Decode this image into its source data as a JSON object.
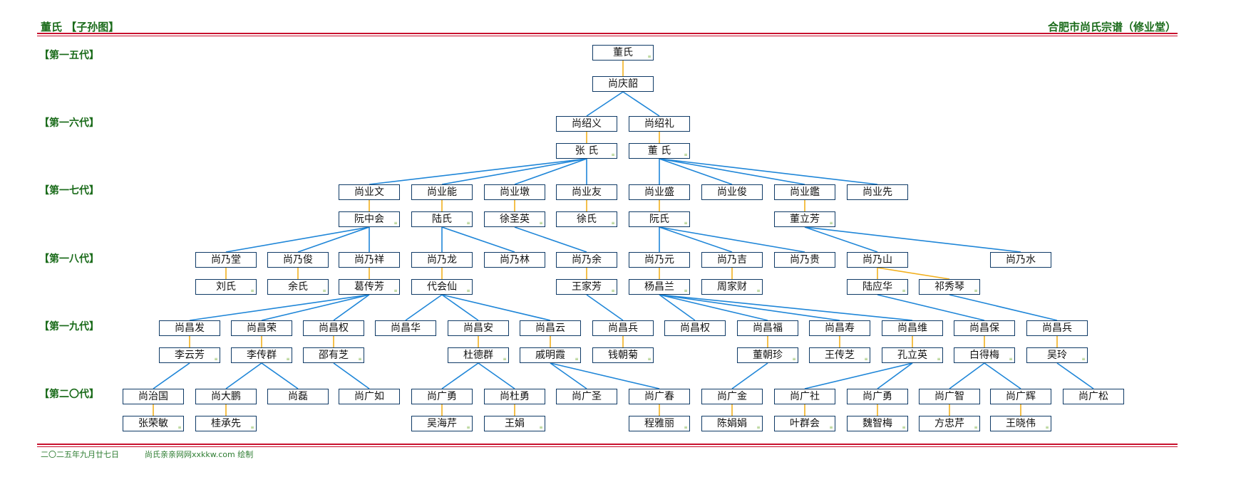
{
  "header": {
    "left": "董氏 【子孙图】",
    "right": "合肥市尚氏宗谱（修业堂）"
  },
  "generations": [
    "【第一五代】",
    "【第一六代】",
    "【第一七代】",
    "【第一八代】",
    "【第一九代】",
    "【第二〇代】"
  ],
  "footer": {
    "date": "二〇二五年九月廿七日",
    "credit": "尚氏亲亲网网xxkkw.com 绘制"
  },
  "nodes": [
    {
      "id": "n1",
      "name": "董氏",
      "marked": true
    },
    {
      "id": "n2",
      "name": "尚庆韶",
      "marked": false
    },
    {
      "id": "n3",
      "name": "尚绍义",
      "marked": false
    },
    {
      "id": "n4",
      "name": "尚绍礼",
      "marked": false
    },
    {
      "id": "n5",
      "name": "张 氏",
      "marked": true
    },
    {
      "id": "n6",
      "name": "董 氏",
      "marked": true
    },
    {
      "id": "g7a",
      "name": "尚业文",
      "marked": false
    },
    {
      "id": "g7b",
      "name": "尚业能",
      "marked": false
    },
    {
      "id": "g7c",
      "name": "尚业墩",
      "marked": false
    },
    {
      "id": "g7d",
      "name": "尚业友",
      "marked": false
    },
    {
      "id": "g7e",
      "name": "尚业盛",
      "marked": false
    },
    {
      "id": "g7f",
      "name": "尚业俊",
      "marked": false
    },
    {
      "id": "g7g",
      "name": "尚业鑑",
      "marked": false
    },
    {
      "id": "g7h",
      "name": "尚业先",
      "marked": false
    },
    {
      "id": "s7a",
      "name": "阮中会",
      "marked": true
    },
    {
      "id": "s7b",
      "name": "陆氏",
      "marked": true
    },
    {
      "id": "s7c",
      "name": "徐圣英",
      "marked": true
    },
    {
      "id": "s7d",
      "name": "徐氏",
      "marked": true
    },
    {
      "id": "s7e",
      "name": "阮氏",
      "marked": true
    },
    {
      "id": "s7g",
      "name": "董立芳",
      "marked": true
    },
    {
      "id": "g8a",
      "name": "尚乃堂",
      "marked": false
    },
    {
      "id": "g8b",
      "name": "尚乃俊",
      "marked": false
    },
    {
      "id": "g8c",
      "name": "尚乃祥",
      "marked": false
    },
    {
      "id": "g8d",
      "name": "尚乃龙",
      "marked": false
    },
    {
      "id": "g8e",
      "name": "尚乃林",
      "marked": false
    },
    {
      "id": "g8f",
      "name": "尚乃余",
      "marked": false
    },
    {
      "id": "g8g",
      "name": "尚乃元",
      "marked": false
    },
    {
      "id": "g8h",
      "name": "尚乃吉",
      "marked": false
    },
    {
      "id": "g8i",
      "name": "尚乃贵",
      "marked": false
    },
    {
      "id": "g8j",
      "name": "尚乃山",
      "marked": false
    },
    {
      "id": "g8k",
      "name": "尚乃水",
      "marked": false
    },
    {
      "id": "s8a",
      "name": "刘氏",
      "marked": true
    },
    {
      "id": "s8b",
      "name": "余氏",
      "marked": true
    },
    {
      "id": "s8c",
      "name": "葛传芳",
      "marked": true
    },
    {
      "id": "s8d",
      "name": "代会仙",
      "marked": true
    },
    {
      "id": "s8f",
      "name": "王家芳",
      "marked": true
    },
    {
      "id": "s8g",
      "name": "杨昌兰",
      "marked": true
    },
    {
      "id": "s8h",
      "name": "周家财",
      "marked": true
    },
    {
      "id": "s8j1",
      "name": "陆应华",
      "marked": true
    },
    {
      "id": "s8j2",
      "name": "祁秀琴",
      "marked": true
    },
    {
      "id": "g9a",
      "name": "尚昌发",
      "marked": false
    },
    {
      "id": "g9b",
      "name": "尚昌荣",
      "marked": false
    },
    {
      "id": "g9c",
      "name": "尚昌权",
      "marked": false
    },
    {
      "id": "g9d",
      "name": "尚昌华",
      "marked": false
    },
    {
      "id": "g9e",
      "name": "尚昌安",
      "marked": false
    },
    {
      "id": "g9f",
      "name": "尚昌云",
      "marked": false
    },
    {
      "id": "g9g",
      "name": "尚昌兵",
      "marked": false
    },
    {
      "id": "g9h",
      "name": "尚昌权",
      "marked": false
    },
    {
      "id": "g9i",
      "name": "尚昌福",
      "marked": false
    },
    {
      "id": "g9j",
      "name": "尚昌寿",
      "marked": false
    },
    {
      "id": "g9k",
      "name": "尚昌维",
      "marked": false
    },
    {
      "id": "g9l",
      "name": "尚昌保",
      "marked": false
    },
    {
      "id": "g9m",
      "name": "尚昌兵",
      "marked": false
    },
    {
      "id": "s9a",
      "name": "李云芳",
      "marked": true
    },
    {
      "id": "s9b",
      "name": "李传群",
      "marked": true
    },
    {
      "id": "s9c",
      "name": "邵有芝",
      "marked": true
    },
    {
      "id": "s9e",
      "name": "杜德群",
      "marked": true
    },
    {
      "id": "s9f",
      "name": "戚明霞",
      "marked": true
    },
    {
      "id": "s9g",
      "name": "钱朝菊",
      "marked": true
    },
    {
      "id": "s9i",
      "name": "董朝珍",
      "marked": true
    },
    {
      "id": "s9j",
      "name": "王传芝",
      "marked": true
    },
    {
      "id": "s9k",
      "name": "孔立英",
      "marked": true
    },
    {
      "id": "s9l",
      "name": "白得梅",
      "marked": true
    },
    {
      "id": "s9m",
      "name": "吴玲",
      "marked": true
    },
    {
      "id": "g0a",
      "name": "尚治国",
      "marked": false
    },
    {
      "id": "g0b",
      "name": "尚大鹏",
      "marked": false
    },
    {
      "id": "g0c",
      "name": "尚磊",
      "marked": false
    },
    {
      "id": "g0d",
      "name": "尚广如",
      "marked": false
    },
    {
      "id": "g0e",
      "name": "尚广勇",
      "marked": false
    },
    {
      "id": "g0f",
      "name": "尚杜勇",
      "marked": false
    },
    {
      "id": "g0g",
      "name": "尚广圣",
      "marked": false
    },
    {
      "id": "g0h",
      "name": "尚广春",
      "marked": false
    },
    {
      "id": "g0i",
      "name": "尚广金",
      "marked": false
    },
    {
      "id": "g0j",
      "name": "尚广社",
      "marked": false
    },
    {
      "id": "g0k",
      "name": "尚广勇",
      "marked": false
    },
    {
      "id": "g0l",
      "name": "尚广智",
      "marked": false
    },
    {
      "id": "g0m",
      "name": "尚广辉",
      "marked": false
    },
    {
      "id": "g0n",
      "name": "尚广松",
      "marked": false
    },
    {
      "id": "s0a",
      "name": "张荣敏",
      "marked": true
    },
    {
      "id": "s0b",
      "name": "桂承先",
      "marked": true
    },
    {
      "id": "s0e",
      "name": "吴海芹",
      "marked": true
    },
    {
      "id": "s0f",
      "name": "王娟",
      "marked": true
    },
    {
      "id": "s0h",
      "name": "程雅丽",
      "marked": true
    },
    {
      "id": "s0i",
      "name": "陈娟娟",
      "marked": true
    },
    {
      "id": "s0j",
      "name": "叶群会",
      "marked": true
    },
    {
      "id": "s0k",
      "name": "魏智梅",
      "marked": true
    },
    {
      "id": "s0l",
      "name": "方忠芹",
      "marked": true
    },
    {
      "id": "s0m",
      "name": "王晓伟",
      "marked": true
    }
  ],
  "spouse_links": [
    [
      "n1",
      "n2"
    ],
    [
      "n3",
      "n5"
    ],
    [
      "n4",
      "n6"
    ],
    [
      "g7a",
      "s7a"
    ],
    [
      "g7b",
      "s7b"
    ],
    [
      "g7c",
      "s7c"
    ],
    [
      "g7d",
      "s7d"
    ],
    [
      "g7e",
      "s7e"
    ],
    [
      "g7g",
      "s7g"
    ],
    [
      "g8a",
      "s8a"
    ],
    [
      "g8b",
      "s8b"
    ],
    [
      "g8c",
      "s8c"
    ],
    [
      "g8d",
      "s8d"
    ],
    [
      "g8f",
      "s8f"
    ],
    [
      "g8g",
      "s8g"
    ],
    [
      "g8h",
      "s8h"
    ],
    [
      "g8j",
      "s8j1"
    ],
    [
      "g8j",
      "s8j2"
    ],
    [
      "g9a",
      "s9a"
    ],
    [
      "g9b",
      "s9b"
    ],
    [
      "g9c",
      "s9c"
    ],
    [
      "g9e",
      "s9e"
    ],
    [
      "g9f",
      "s9f"
    ],
    [
      "g9g",
      "s9g"
    ],
    [
      "g9i",
      "s9i"
    ],
    [
      "g9j",
      "s9j"
    ],
    [
      "g9k",
      "s9k"
    ],
    [
      "g9l",
      "s9l"
    ],
    [
      "g9m",
      "s9m"
    ],
    [
      "g0a",
      "s0a"
    ],
    [
      "g0b",
      "s0b"
    ],
    [
      "g0e",
      "s0e"
    ],
    [
      "g0f",
      "s0f"
    ],
    [
      "g0h",
      "s0h"
    ],
    [
      "g0i",
      "s0i"
    ],
    [
      "g0j",
      "s0j"
    ],
    [
      "g0k",
      "s0k"
    ],
    [
      "g0l",
      "s0l"
    ],
    [
      "g0m",
      "s0m"
    ]
  ],
  "child_links": [
    [
      "n2",
      "n3"
    ],
    [
      "n2",
      "n4"
    ],
    [
      "n5",
      "g7a"
    ],
    [
      "n5",
      "g7b"
    ],
    [
      "n5",
      "g7c"
    ],
    [
      "n5",
      "g7d"
    ],
    [
      "n6",
      "g7e"
    ],
    [
      "n6",
      "g7f"
    ],
    [
      "n6",
      "g7g"
    ],
    [
      "n6",
      "g7h"
    ],
    [
      "s7a",
      "g8a"
    ],
    [
      "s7a",
      "g8b"
    ],
    [
      "s7a",
      "g8c"
    ],
    [
      "s7b",
      "g8d"
    ],
    [
      "s7b",
      "g8e"
    ],
    [
      "s7c",
      "g8f"
    ],
    [
      "s7e",
      "g8g"
    ],
    [
      "s7e",
      "g8h"
    ],
    [
      "s7e",
      "g8i"
    ],
    [
      "s7g",
      "g8j"
    ],
    [
      "s7g",
      "g8k"
    ],
    [
      "s8c",
      "g9a"
    ],
    [
      "s8c",
      "g9b"
    ],
    [
      "s8c",
      "g9c"
    ],
    [
      "s8d",
      "g9d"
    ],
    [
      "s8d",
      "g9e"
    ],
    [
      "s8d",
      "g9f"
    ],
    [
      "s8f",
      "g9g"
    ],
    [
      "s8g",
      "g9h"
    ],
    [
      "s8g",
      "g9i"
    ],
    [
      "s8g",
      "g9j"
    ],
    [
      "s8g",
      "g9k"
    ],
    [
      "s8j1",
      "g9l"
    ],
    [
      "s8j2",
      "g9m"
    ],
    [
      "s9a",
      "g0a"
    ],
    [
      "s9b",
      "g0b"
    ],
    [
      "s9b",
      "g0c"
    ],
    [
      "s9c",
      "g0d"
    ],
    [
      "s9e",
      "g0e"
    ],
    [
      "s9e",
      "g0f"
    ],
    [
      "s9f",
      "g0g"
    ],
    [
      "s9f",
      "g0h"
    ],
    [
      "s9i",
      "g0i"
    ],
    [
      "s9k",
      "g0j"
    ],
    [
      "s9k",
      "g0k"
    ],
    [
      "s9l",
      "g0l"
    ],
    [
      "s9l",
      "g0m"
    ],
    [
      "s9m",
      "g0n"
    ]
  ]
}
